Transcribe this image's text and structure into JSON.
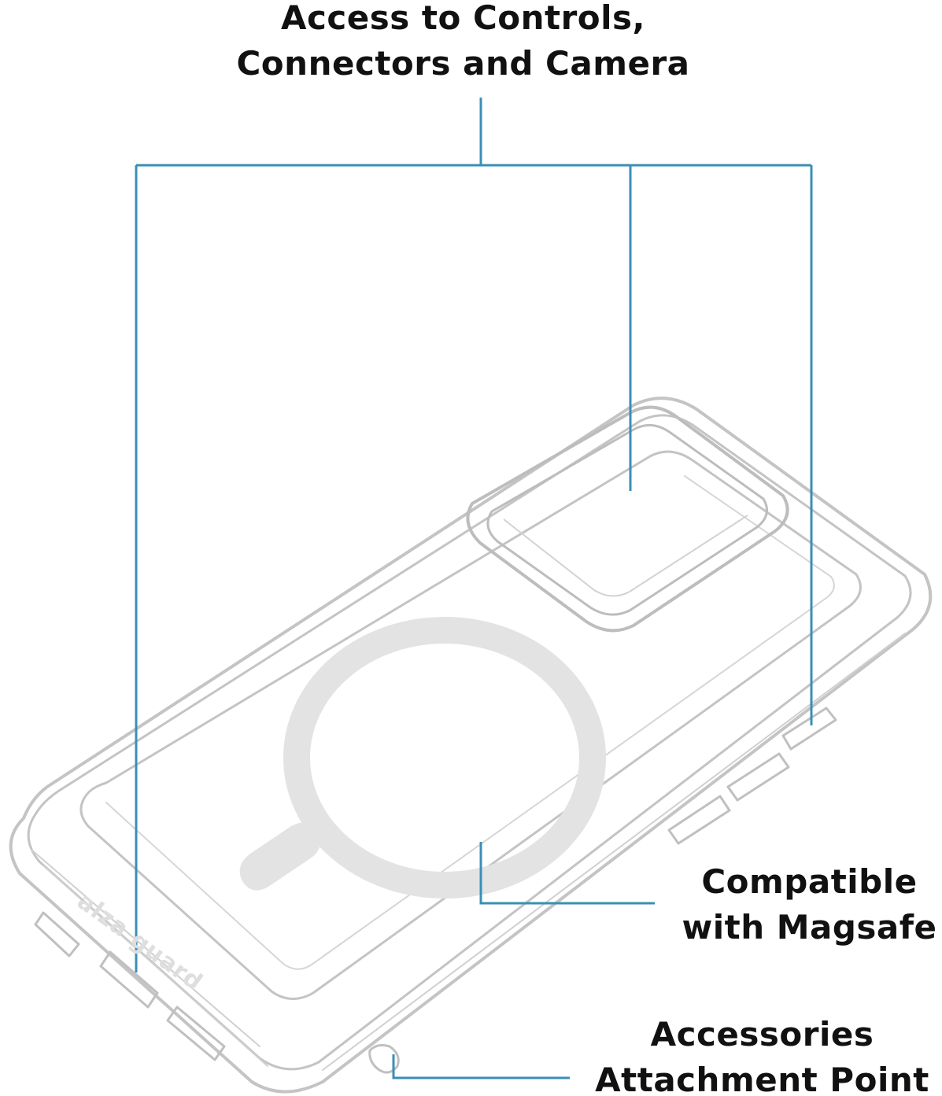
{
  "callouts": {
    "controls": {
      "line1": "Access to Controls,",
      "line2": "Connectors and Camera"
    },
    "magsafe": {
      "line1": "Compatible",
      "line2": "with Magsafe"
    },
    "accessories": {
      "line1": "Accessories",
      "line2": "Attachment Point"
    }
  },
  "case_logo_text": "alza guard",
  "colors": {
    "callout_line": "#3a8fb5",
    "case_outline": "#c9c9c9",
    "magsafe_ring": "#e3e3e3",
    "text": "#111111"
  }
}
